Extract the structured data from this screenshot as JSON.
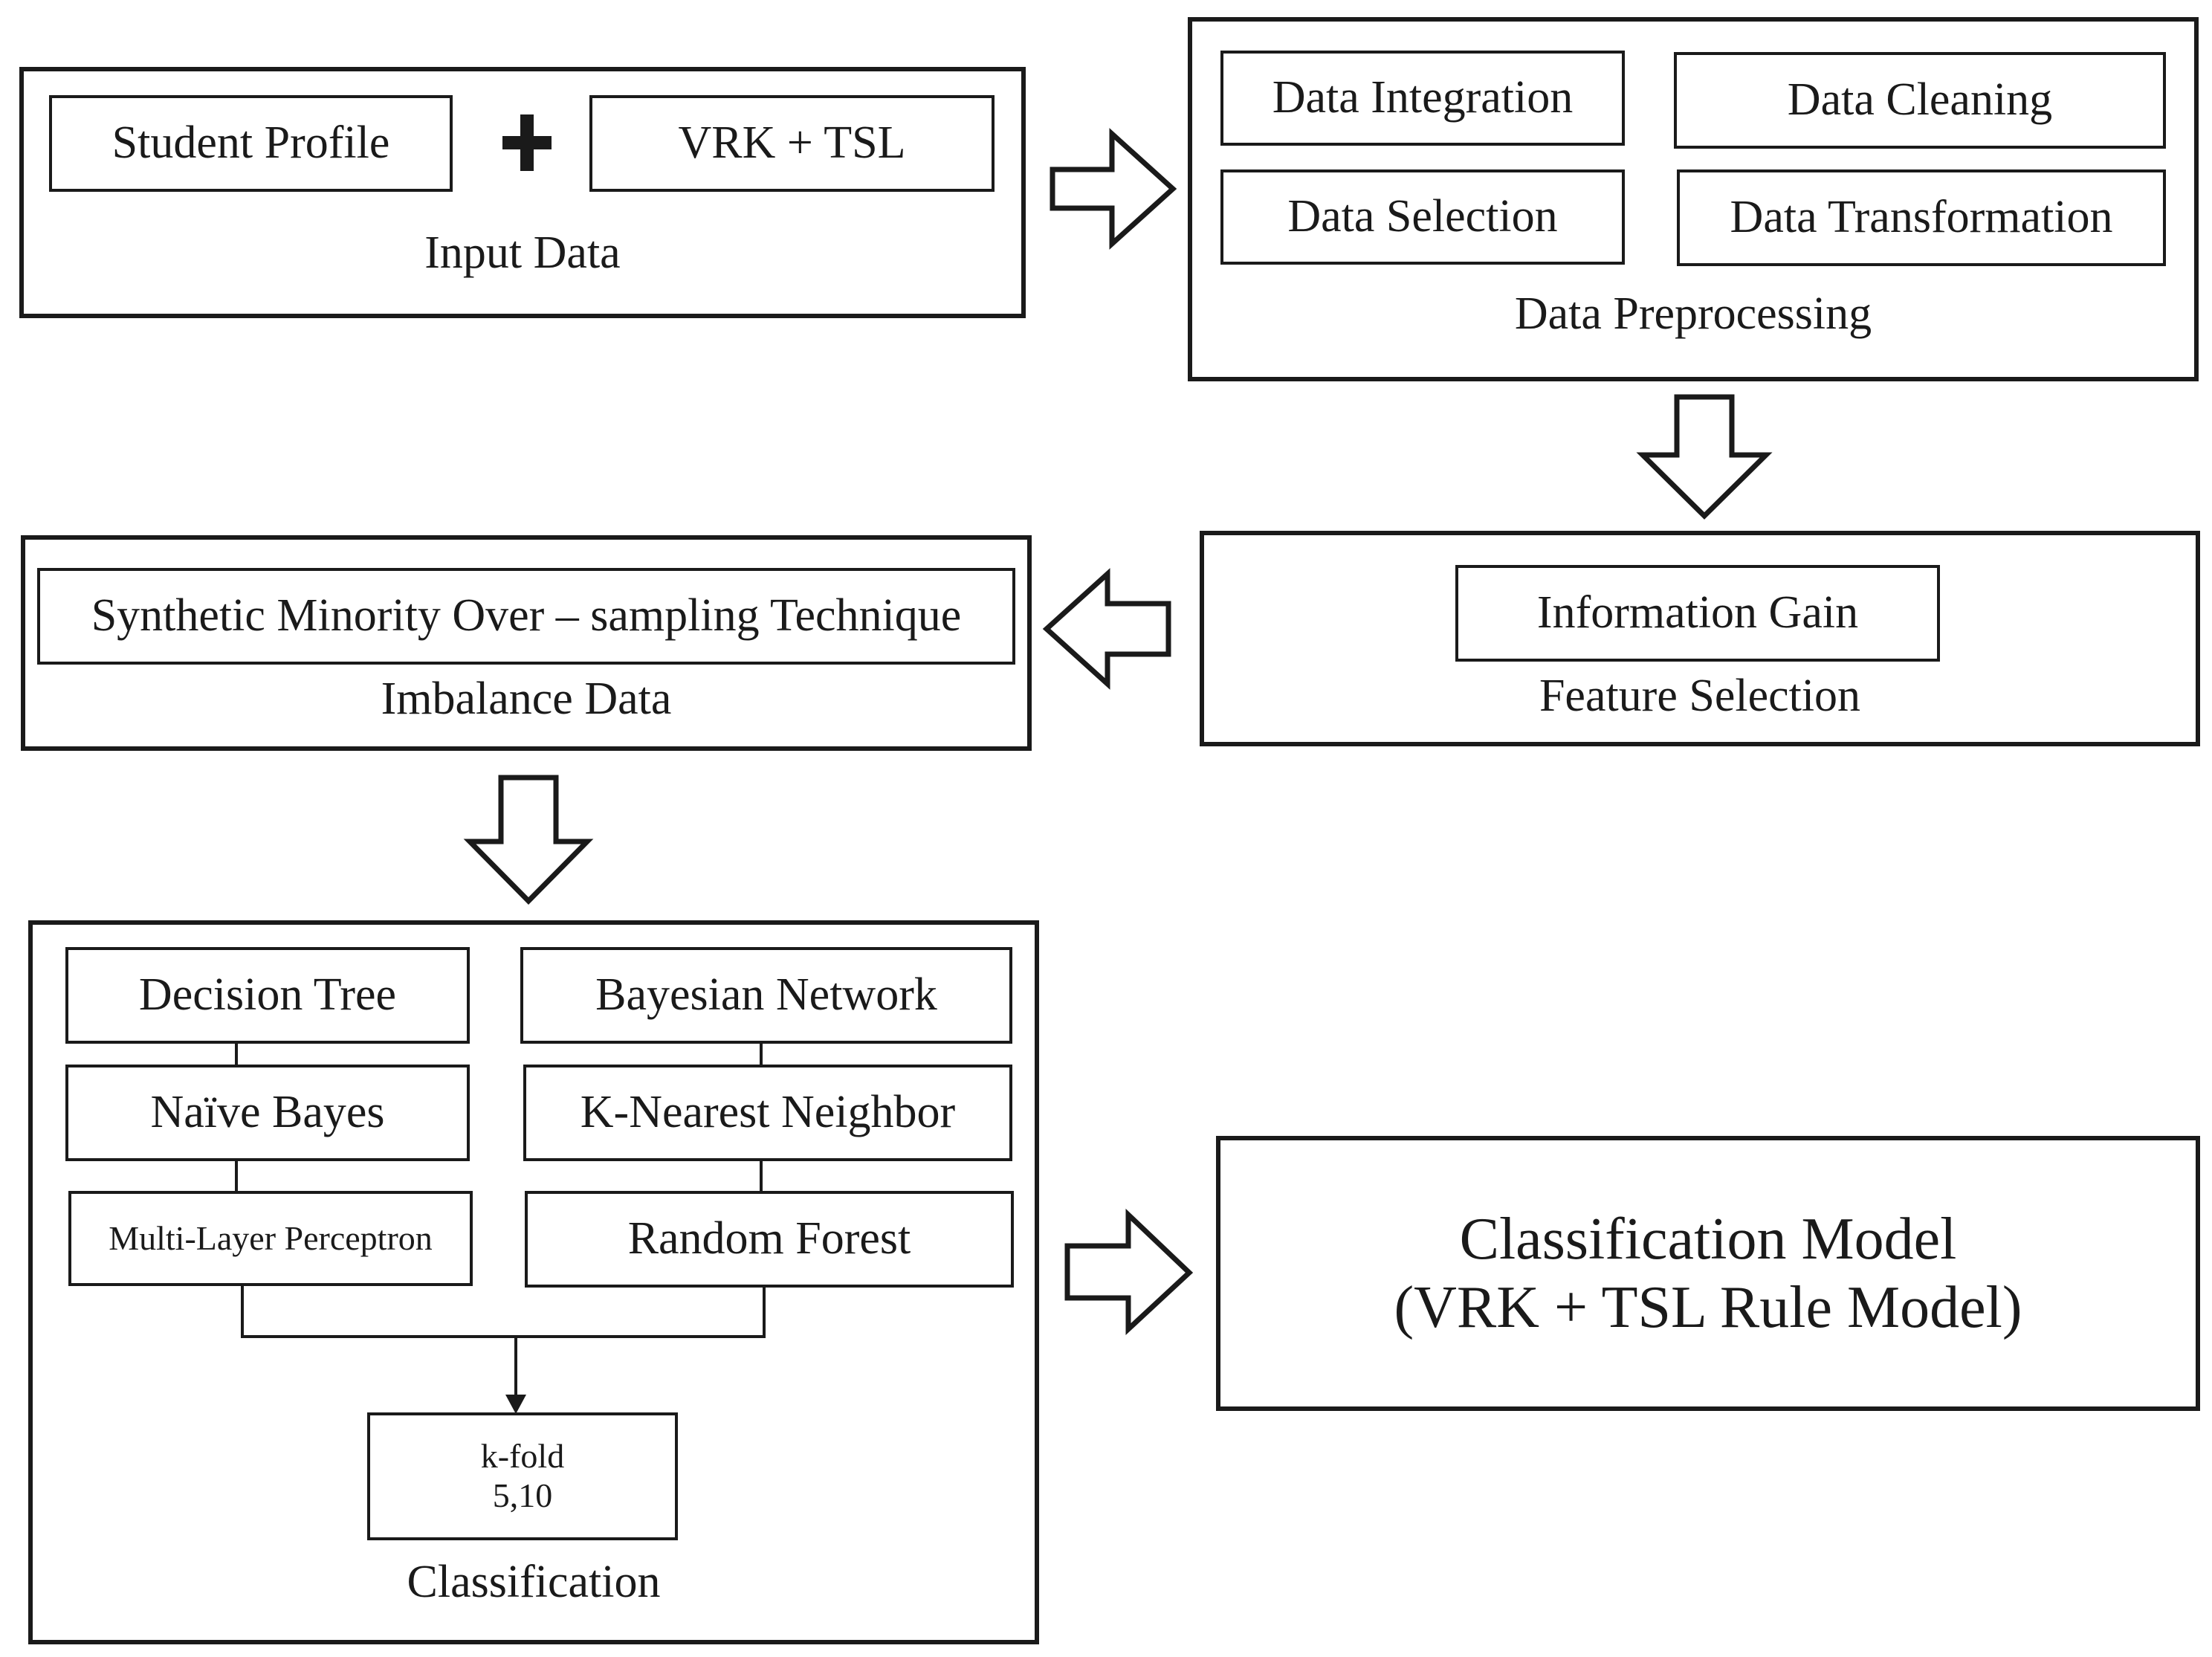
{
  "input_data": {
    "caption": "Input Data",
    "student_profile": "Student Profile",
    "vrk_tsl": "VRK + TSL"
  },
  "data_preprocessing": {
    "caption": "Data Preprocessing",
    "integration": "Data Integration",
    "cleaning": "Data Cleaning",
    "selection": "Data Selection",
    "transformation": "Data Transformation"
  },
  "feature_selection": {
    "caption": "Feature Selection",
    "information_gain": "Information Gain"
  },
  "imbalance_data": {
    "caption": "Imbalance Data",
    "smote": "Synthetic Minority Over – sampling Technique"
  },
  "classification": {
    "caption": "Classification",
    "decision_tree": "Decision Tree",
    "bayesian_network": "Bayesian Network",
    "naive_bayes": "Naïve Bayes",
    "knn": "K-Nearest Neighbor",
    "mlp": "Multi-Layer Perceptron",
    "random_forest": "Random Forest",
    "kfold_line1": "k-fold",
    "kfold_line2": "5,10"
  },
  "classification_model": {
    "line1": "Classification Model",
    "line2": "(VRK + TSL Rule Model)"
  }
}
